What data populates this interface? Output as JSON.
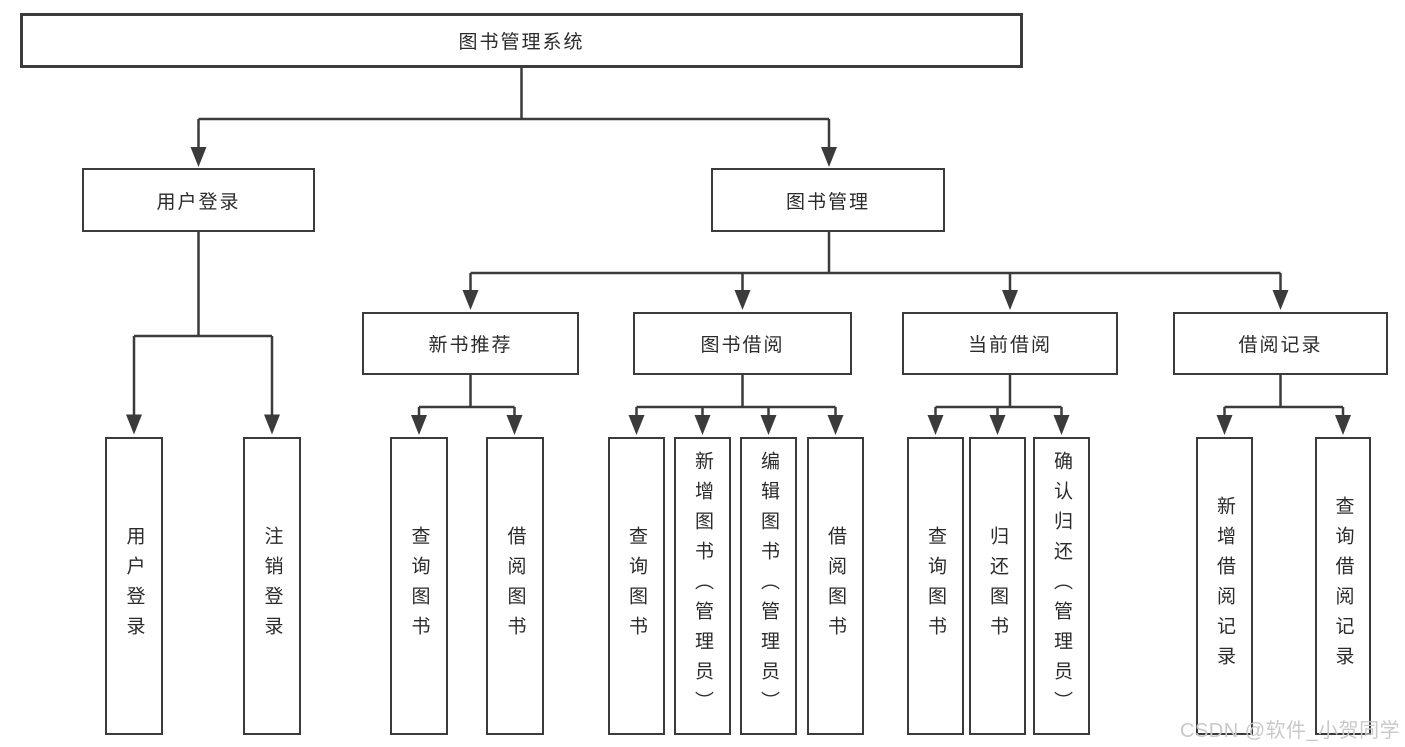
{
  "hierarchy": {
    "label": "图书管理系统",
    "children": [
      {
        "label": "用户登录",
        "children": [
          {
            "label": "用户登录"
          },
          {
            "label": "注销登录"
          }
        ]
      },
      {
        "label": "图书管理",
        "children": [
          {
            "label": "新书推荐",
            "children": [
              {
                "label": "查询图书"
              },
              {
                "label": "借阅图书"
              }
            ]
          },
          {
            "label": "图书借阅",
            "children": [
              {
                "label": "查询图书"
              },
              {
                "label": "新增图书（管理员）"
              },
              {
                "label": "编辑图书（管理员）"
              },
              {
                "label": "借阅图书"
              }
            ]
          },
          {
            "label": "当前借阅",
            "children": [
              {
                "label": "查询图书"
              },
              {
                "label": "归还图书"
              },
              {
                "label": "确认归还（管理员）"
              }
            ]
          },
          {
            "label": "借阅记录",
            "children": [
              {
                "label": "新增借阅记录"
              },
              {
                "label": "查询借阅记录"
              }
            ]
          }
        ]
      }
    ]
  },
  "watermark": {
    "text": "CSDN @软件_小贺同学"
  },
  "colors": {
    "line": "#3b3b3b",
    "box_border": "#3b3b3b",
    "text": "#2b2b2b",
    "box_background": "#ffffff",
    "page_background": "#ffffff",
    "watermark": "#c9c9c9"
  }
}
